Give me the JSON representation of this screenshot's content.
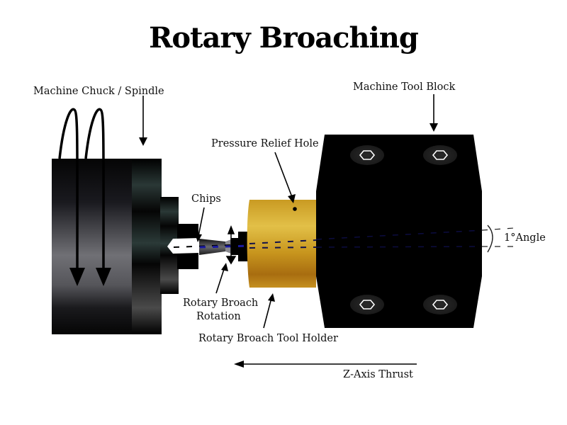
{
  "title": "Rotary Broaching",
  "labels": {
    "chuck": "Machine Chuck / Spindle",
    "tool_block": "Machine Tool Block",
    "relief_hole": "Pressure Relief Hole",
    "chips": "Chips",
    "angle": "1°Angle",
    "rotation_line1": "Rotary Broach",
    "rotation_line2": "Rotation",
    "tool_holder": "Rotary Broach Tool Holder",
    "thrust": "Z-Axis Thrust"
  },
  "colors": {
    "chuck": "#000000",
    "holder_gold": "#d4a52c",
    "centerline_blue": "#1a1aa0",
    "block": "#000000"
  },
  "icons": [
    "rotation-arrows-icon",
    "hex-bolt-icon",
    "arrow-icon"
  ]
}
